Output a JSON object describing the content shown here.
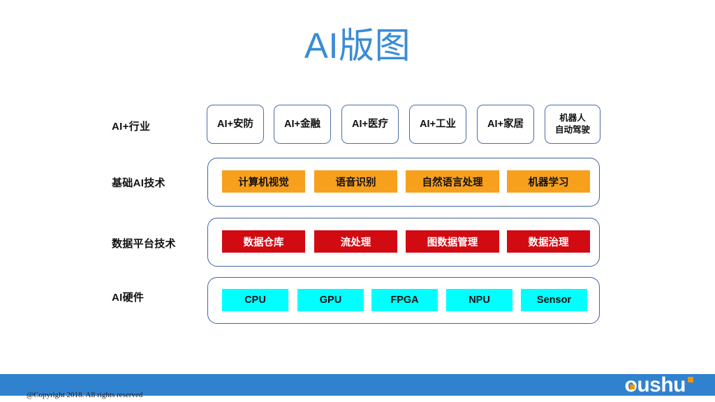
{
  "slide": {
    "title": "AI版图",
    "title_color": "#3b8cd4",
    "background": "#ffffff"
  },
  "rows": [
    {
      "key": "industry",
      "label": "AI+行业",
      "style": "outline-boxes",
      "border_color": "#4a6fa5",
      "items": [
        {
          "text": "AI+安防"
        },
        {
          "text": "AI+金融"
        },
        {
          "text": "AI+医疗"
        },
        {
          "text": "AI+工业"
        },
        {
          "text": "AI+家居"
        },
        {
          "line1": "机器人",
          "line2": "自动驾驶"
        }
      ]
    },
    {
      "key": "ai_tech",
      "label": "基础AI技术",
      "style": "chips",
      "chip_color": "#f7a01d",
      "chip_text_color": "#111111",
      "items": [
        "计算机视觉",
        "语音识别",
        "自然语言处理",
        "机器学习"
      ]
    },
    {
      "key": "data_platform",
      "label": "数据平台技术",
      "style": "chips",
      "chip_color": "#d20a12",
      "chip_text_color": "#ffffff",
      "items": [
        "数据仓库",
        "流处理",
        "图数据管理",
        "数据治理"
      ]
    },
    {
      "key": "hardware",
      "label": "AI硬件",
      "style": "chips",
      "chip_color": "#00ffff",
      "chip_text_color": "#111111",
      "items": [
        "CPU",
        "GPU",
        "FPGA",
        "NPU",
        "Sensor"
      ]
    }
  ],
  "footer": {
    "bar_color": "#3182ce",
    "copyright": "@Copyright 2018. All rights reserved",
    "logo_text": "oushu",
    "logo_accent": "#f29400"
  }
}
